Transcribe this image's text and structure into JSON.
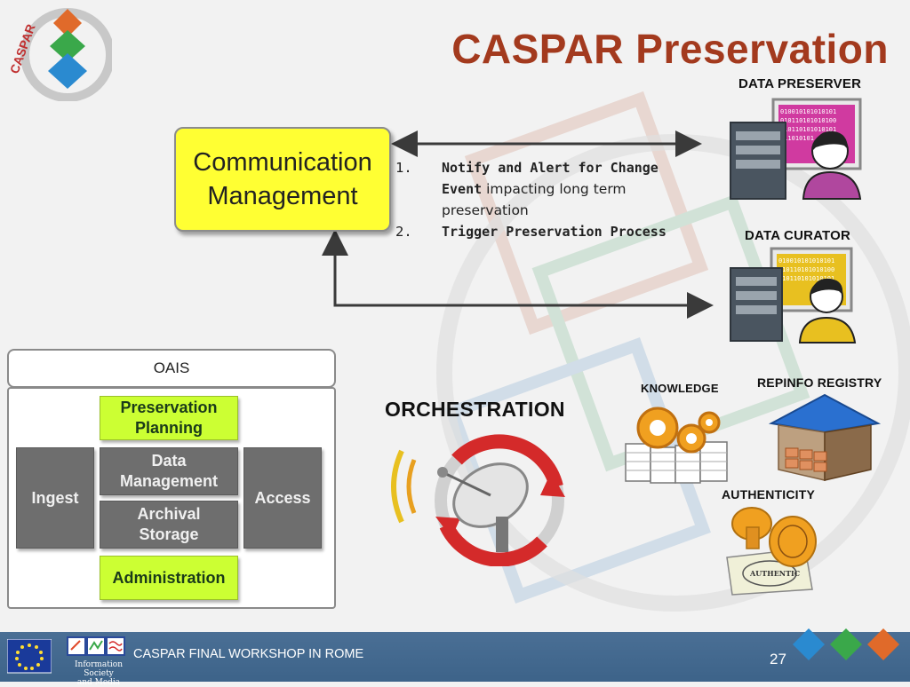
{
  "slide": {
    "title": "CASPAR Preservation",
    "logo_text": "CASPAR",
    "communication_box": {
      "line1": "Communication",
      "line2": "Management"
    },
    "steps": [
      {
        "num": "1.",
        "bold": "Notify and Alert for Change Event",
        "rest": " impacting long term preservation"
      },
      {
        "num": "2.",
        "bold": "Trigger Preservation Process",
        "rest": ""
      }
    ],
    "roles": {
      "data_preserver": "DATA PRESERVER",
      "data_curator": "DATA CURATOR",
      "knowledge": "KNOWLEDGE",
      "repinfo_registry": "REPINFO REGISTRY",
      "authenticity": "AUTHENTICITY",
      "stamp_text": "AUTHENTIC"
    },
    "orchestration": "ORCHESTRATION",
    "oais": {
      "header": "OAIS",
      "preservation_planning": [
        "Preservation",
        "Planning"
      ],
      "data_management": [
        "Data",
        "Management"
      ],
      "archival_storage": [
        "Archival",
        "Storage"
      ],
      "ingest": "Ingest",
      "access": "Access",
      "administration": "Administration"
    },
    "monitor_bits": [
      "010010101010101",
      "010110101010100",
      "110110101010101",
      "011010101"
    ],
    "footer": {
      "workshop": "CASPAR FINAL WORKSHOP IN ROME",
      "page_number": "27",
      "isc_line1": "Information Society",
      "isc_line2": "and Media"
    },
    "colors": {
      "title": "#a33a1e",
      "comm_box": "#ffff33",
      "oais_green": "#ccff33",
      "oais_grey": "#6e6e6e",
      "footer": "#4a6f95",
      "orange": "#e06a2a",
      "green_logo": "#3aa84a",
      "blue_logo": "#2a8ad0"
    }
  }
}
